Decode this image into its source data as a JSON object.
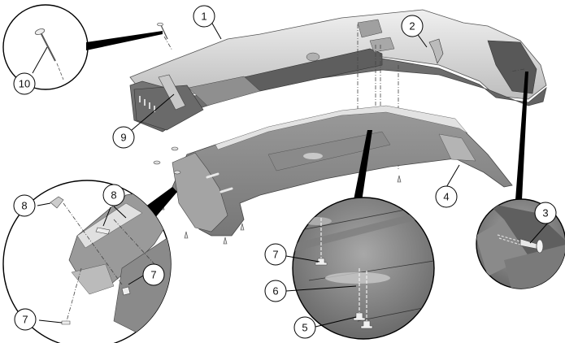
{
  "diagram": {
    "type": "exploded-parts-view",
    "colors": {
      "part_dark": "#6e6e6e",
      "part_mid": "#8c8c8c",
      "part_light": "#c4c4c4",
      "part_highlight": "#e6e6e6",
      "outline": "#000000",
      "callout_fill": "#ffffff"
    },
    "callouts": [
      {
        "id": "c1",
        "label": "1"
      },
      {
        "id": "c2",
        "label": "2"
      },
      {
        "id": "c3",
        "label": "3"
      },
      {
        "id": "c4",
        "label": "4"
      },
      {
        "id": "c5",
        "label": "5"
      },
      {
        "id": "c6",
        "label": "6"
      },
      {
        "id": "c7a",
        "label": "7"
      },
      {
        "id": "c7b",
        "label": "7"
      },
      {
        "id": "c7c",
        "label": "7"
      },
      {
        "id": "c8a",
        "label": "8"
      },
      {
        "id": "c8b",
        "label": "8"
      },
      {
        "id": "c9",
        "label": "9"
      },
      {
        "id": "c10",
        "label": "10"
      }
    ],
    "detail_views": [
      {
        "id": "detail-pin",
        "shows": [
          "10"
        ]
      },
      {
        "id": "detail-front-clips",
        "shows": [
          "8",
          "8",
          "7",
          "7"
        ]
      },
      {
        "id": "detail-center-fasteners",
        "shows": [
          "7",
          "6",
          "5"
        ]
      },
      {
        "id": "detail-rear-fastener",
        "shows": [
          "3"
        ]
      }
    ]
  }
}
